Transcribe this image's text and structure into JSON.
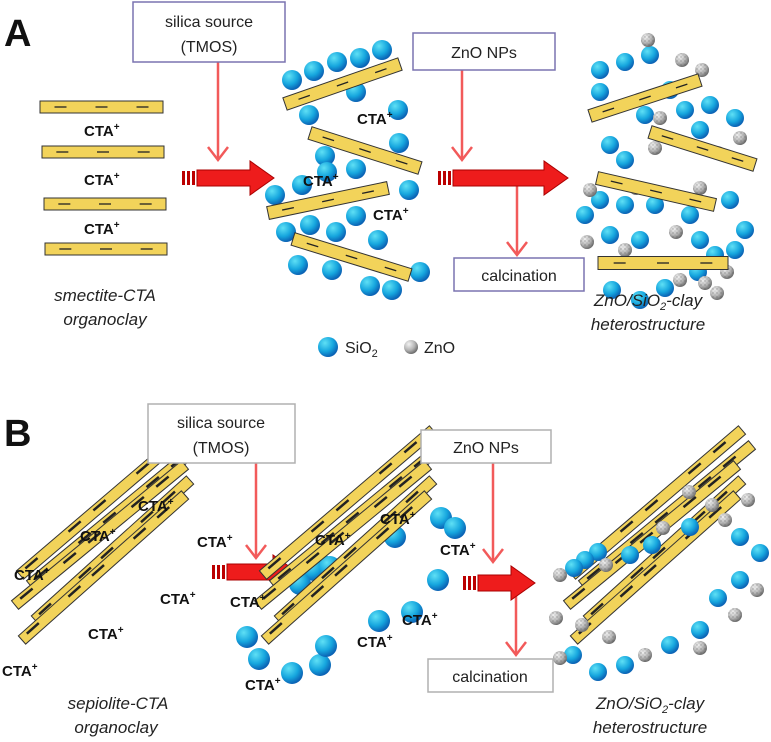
{
  "panel_a": {
    "letter": "A",
    "silica_box": {
      "line1": "silica source",
      "line2": "(TMOS)"
    },
    "zno_box": "ZnO NPs",
    "calcination_box": "calcination",
    "start_label": {
      "line1": "smectite-CTA",
      "line2": "organoclay"
    },
    "end_label": {
      "line1_a": "ZnO/SiO",
      "line1_sub": "2",
      "line1_b": "-clay",
      "line2": "heterostructure"
    },
    "legend": {
      "sio2": "SiO",
      "sio2_sub": "2",
      "zno": "ZnO"
    }
  },
  "panel_b": {
    "letter": "B",
    "silica_box": {
      "line1": "silica source",
      "line2": "(TMOS)"
    },
    "zno_box": "ZnO NPs",
    "calcination_box": "calcination",
    "start_label": {
      "line1": "sepiolite-CTA",
      "line2": "organoclay"
    },
    "end_label": {
      "line1_a": "ZnO/SiO",
      "line1_sub": "2",
      "line1_b": "-clay",
      "line2": "heterostructure"
    }
  },
  "cta": {
    "base": "CTA",
    "charge": "+"
  },
  "colors": {
    "clay": "#f2d35a",
    "arrow_main": "#ee1c1c",
    "arrow_thin": "#f25a5a",
    "box_a": "#7a73b0",
    "box_b": "#b0b0b0",
    "sio2": "#1d9ad8"
  }
}
